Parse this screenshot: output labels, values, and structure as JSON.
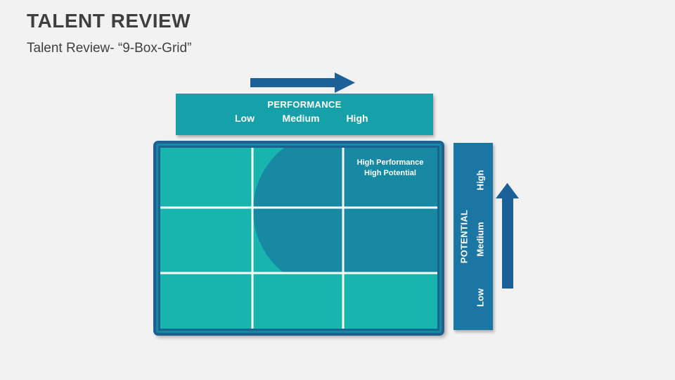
{
  "slide": {
    "title": "TALENT REVIEW",
    "subtitle": "Talent Review- “9-Box-Grid”"
  },
  "performance_axis": {
    "label": "PERFORMANCE",
    "levels": [
      "Low",
      "Medium",
      "High"
    ],
    "arrow_icon": "arrow-right-icon",
    "direction": "left-to-right"
  },
  "potential_axis": {
    "label": "POTENTIAL",
    "levels": [
      "Low",
      "Medium",
      "High"
    ],
    "arrow_icon": "arrow-up-icon",
    "direction": "bottom-to-top"
  },
  "grid": {
    "rows": 3,
    "cols": 3,
    "highlight_label": {
      "line1": "High Performance",
      "line2": "High Potential"
    },
    "highlight_region": "curved region covering high-performance / high-potential cells (top-right two rows)"
  },
  "colors": {
    "background": "#f2f2f2",
    "title_text": "#3f3f3f",
    "performance_bar": "#16a0a9",
    "grid_light_teal": "#17b5ae",
    "grid_dark_teal": "#1789a3",
    "frame_blue": "#1e6191",
    "frame_teal_stripe": "#1788a1",
    "potential_bar": "#1b76a4",
    "arrow_blue": "#1c6098",
    "gridline_white": "#ffffff",
    "label_text_white": "#ffffff"
  }
}
